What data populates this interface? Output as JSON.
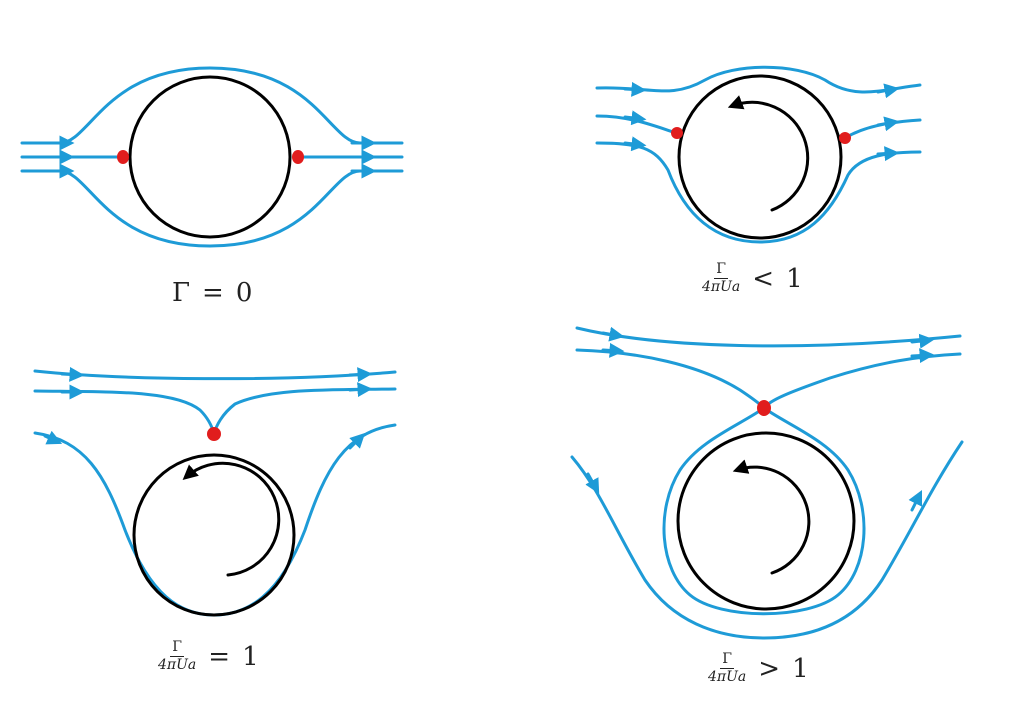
{
  "colors": {
    "streamline": "#1e9bd7",
    "cylinder": "#000000",
    "stagnation": "#e11d1d",
    "text": "#222222"
  },
  "panels": [
    {
      "id": "gamma-zero",
      "label": {
        "lhs": "Γ",
        "op": "=",
        "rhs": "0"
      }
    },
    {
      "id": "ratio-less-than-one",
      "label": {
        "numerator": "Γ",
        "denominator": "4πUa",
        "op": "<",
        "rhs": "1"
      }
    },
    {
      "id": "ratio-equal-one",
      "label": {
        "numerator": "Γ",
        "denominator": "4πUa",
        "op": "=",
        "rhs": "1"
      }
    },
    {
      "id": "ratio-greater-than-one",
      "label": {
        "numerator": "Γ",
        "denominator": "4πUa",
        "op": ">",
        "rhs": "1"
      }
    }
  ]
}
